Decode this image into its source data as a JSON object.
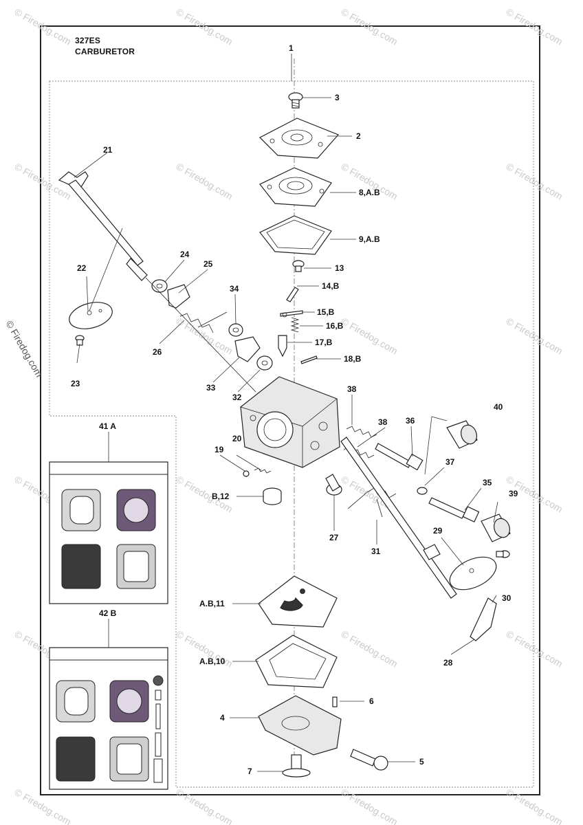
{
  "header": {
    "model": "327ES",
    "section": "CARBURETOR"
  },
  "watermark": "© Firedog.com",
  "callouts": {
    "c1": "1",
    "c2": "2",
    "c3": "3",
    "c4": "4",
    "c5": "5",
    "c6": "6",
    "c7": "7",
    "c8": "8,A.B",
    "c9": "9,A.B",
    "c10": "A.B,10",
    "c11": "A.B,11",
    "c12": "B,12",
    "c13": "13",
    "c14": "14,B",
    "c15": "15,B",
    "c16": "16,B",
    "c17": "17,B",
    "c18": "18,B",
    "c19": "19",
    "c20": "20",
    "c21": "21",
    "c22": "22",
    "c23": "23",
    "c24": "24",
    "c25": "25",
    "c26": "26",
    "c27": "27",
    "c28": "28",
    "c29": "29",
    "c30": "30",
    "c31": "31",
    "c32": "32",
    "c33": "33",
    "c34": "34",
    "c35": "35",
    "c36": "36",
    "c37": "37",
    "c38a": "38",
    "c38b": "38",
    "c39": "39",
    "c40": "40",
    "kitA": "41 A",
    "kitB": "42 B"
  },
  "colors": {
    "kit_purple": "#6e5a78",
    "kit_dark": "#3a3a3a",
    "kit_grey": "#cfcfcf"
  }
}
